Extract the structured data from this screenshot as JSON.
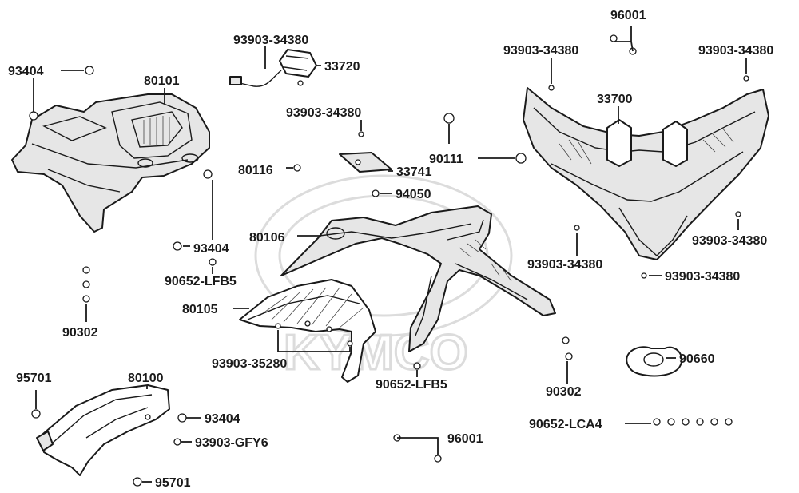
{
  "watermark": "KYMCO",
  "colors": {
    "ink": "#1a1a1a",
    "watermark": "#dcdcdc",
    "background": "#ffffff"
  },
  "labels": {
    "p96001_top": "96001",
    "p93903_34380_a": "93903-34380",
    "p33720": "33720",
    "p93404_a": "93404",
    "p80101": "80101",
    "p93903_34380_b": "93903-34380",
    "p93903_34380_c": "93903-34380",
    "p93903_34380_d": "93903-34380",
    "p33700": "33700",
    "p90111": "90111",
    "p80116": "80116",
    "p33741": "33741",
    "p94050": "94050",
    "p80106": "80106",
    "p93404_b": "93404",
    "p90652_lfb5_a": "90652-LFB5",
    "p93903_34380_e": "93903-34380",
    "p93903_34380_f": "93903-34380",
    "p93903_34380_g": "93903-34380",
    "p80105": "80105",
    "p90302_a": "90302",
    "p93903_35280": "93903-35280",
    "p90660": "90660",
    "p95701_a": "95701",
    "p80100": "80100",
    "p90652_lfb5_b": "90652-LFB5",
    "p90302_b": "90302",
    "p93404_c": "93404",
    "p90652_lca4": "90652-LCA4",
    "p93903_gfy6": "93903-GFY6",
    "p96001_bottom": "96001",
    "p95701_b": "95701"
  }
}
